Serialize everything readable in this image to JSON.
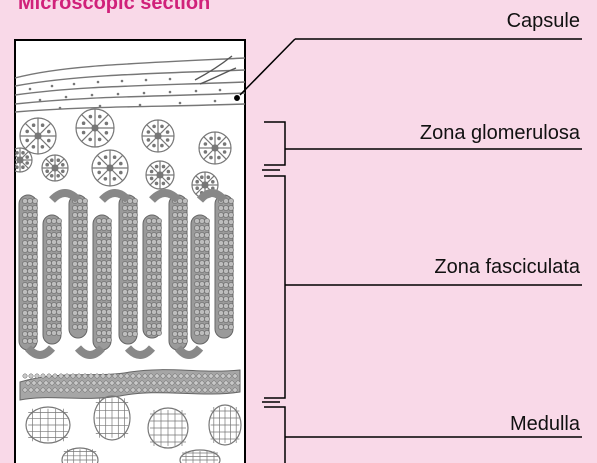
{
  "title": "Microscopic section",
  "labels": {
    "capsule": "Capsule",
    "zona_glomerulosa": "Zona glomerulosa",
    "zona_fasciculata": "Zona fasciculata",
    "medulla": "Medulla"
  },
  "colors": {
    "background": "#f9d9e8",
    "title": "#d0217a",
    "section_fill": "#ffffff",
    "outline": "#000000",
    "tissue_gray": "#8a8a8a"
  }
}
